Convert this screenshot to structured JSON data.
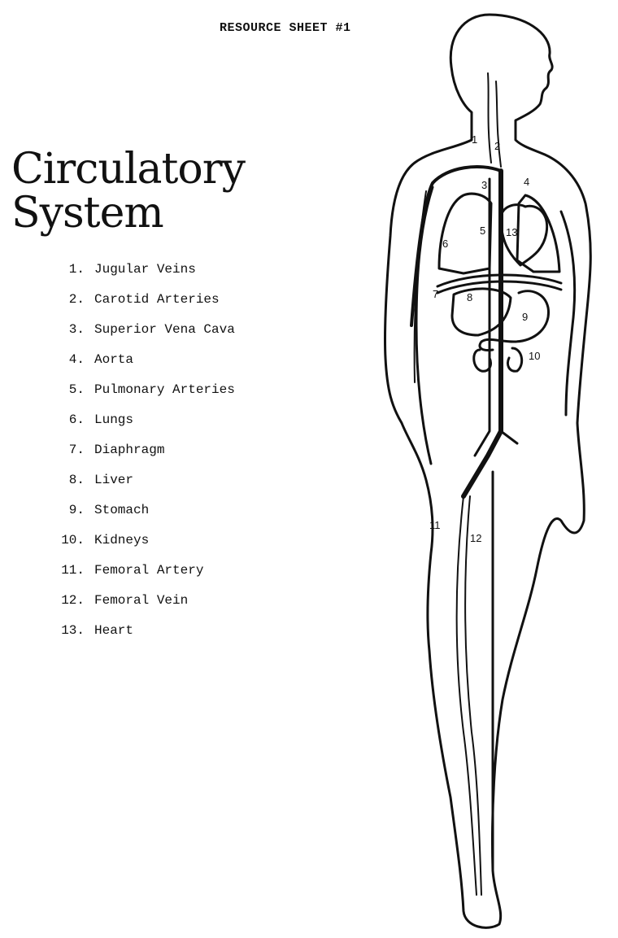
{
  "header": "RESOURCE SHEET #1",
  "title": {
    "line1": "Circulatory",
    "line2": "System"
  },
  "legend": [
    {
      "num": "1.",
      "name": "Jugular Veins"
    },
    {
      "num": "2.",
      "name": "Carotid Arteries"
    },
    {
      "num": "3.",
      "name": "Superior Vena Cava"
    },
    {
      "num": "4.",
      "name": "Aorta"
    },
    {
      "num": "5.",
      "name": "Pulmonary Arteries"
    },
    {
      "num": "6.",
      "name": "Lungs"
    },
    {
      "num": "7.",
      "name": "Diaphragm"
    },
    {
      "num": "8.",
      "name": "Liver"
    },
    {
      "num": "9.",
      "name": "Stomach"
    },
    {
      "num": "10.",
      "name": "Kidneys"
    },
    {
      "num": "11.",
      "name": "Femoral Artery"
    },
    {
      "num": "12.",
      "name": "Femoral Vein"
    },
    {
      "num": "13.",
      "name": "Heart"
    }
  ],
  "figure_labels": [
    "1",
    "2",
    "3",
    "4",
    "5",
    "6",
    "7",
    "8",
    "9",
    "10",
    "11",
    "12",
    "13"
  ]
}
